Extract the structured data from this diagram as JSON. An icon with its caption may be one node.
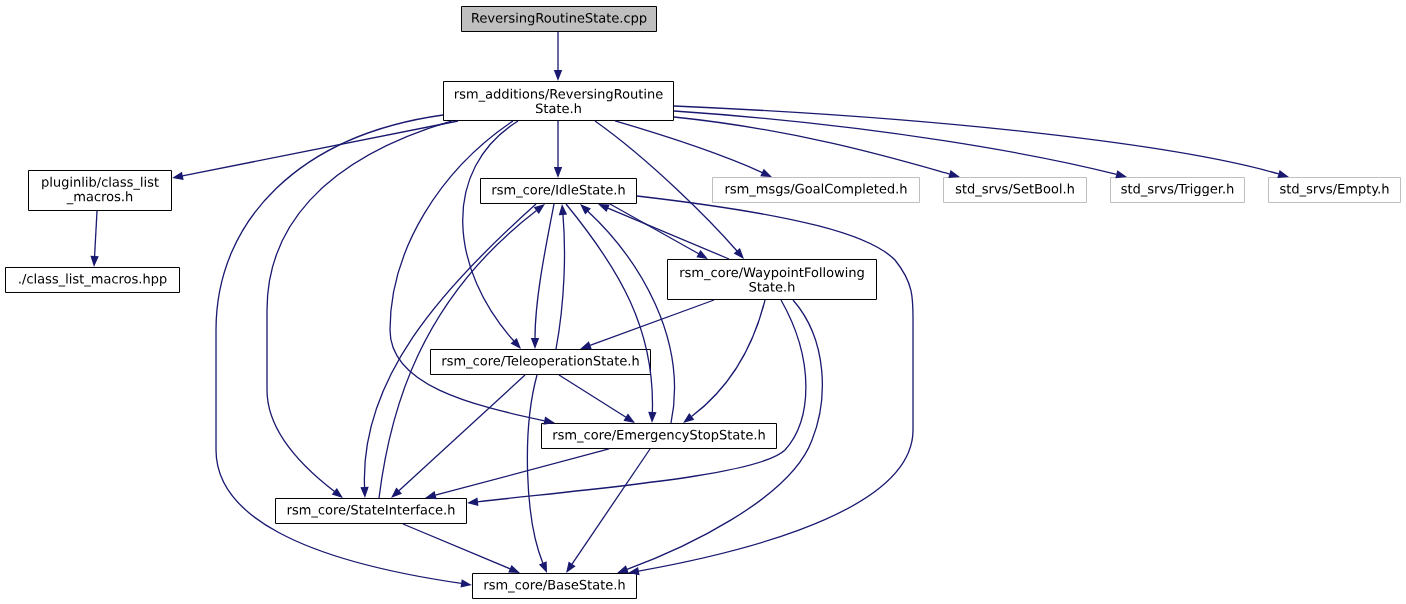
{
  "diagram": {
    "nodes": [
      {
        "text": [
          "ReversingRoutineState.cpp"
        ]
      },
      {
        "text": [
          "rsm_additions/ReversingRoutine State.h"
        ]
      },
      {
        "text": [
          "pluginlib/class_list _macros.h"
        ]
      },
      {
        "text": [
          "./class_list_macros.hpp"
        ]
      },
      {
        "text": [
          "rsm_core/IdleState.h"
        ]
      },
      {
        "text": [
          "rsm_msgs/GoalCompleted.h"
        ]
      },
      {
        "text": [
          "std_srvs/SetBool.h"
        ]
      },
      {
        "text": [
          "std_srvs/Trigger.h"
        ]
      },
      {
        "text": [
          "std_srvs/Empty.h"
        ]
      },
      {
        "text": [
          "rsm_core/WaypointFollowing State.h"
        ]
      },
      {
        "text": [
          "rsm_core/TeleoperationState.h"
        ]
      },
      {
        "text": [
          "rsm_core/EmergencyStopState.h"
        ]
      },
      {
        "text": [
          "rsm_core/StateInterface.h"
        ]
      },
      {
        "text": [
          "rsm_core/BaseState.h"
        ]
      }
    ],
    "edges": [
      {
        "from": 0,
        "to": 1,
        "arrow": "to"
      },
      {
        "from": 1,
        "to": 2,
        "arrow": "to"
      },
      {
        "from": 1,
        "to": 4,
        "arrow": "to"
      },
      {
        "from": 1,
        "to": 5,
        "arrow": "to"
      },
      {
        "from": 1,
        "to": 6,
        "arrow": "to"
      },
      {
        "from": 1,
        "to": 7,
        "arrow": "to"
      },
      {
        "from": 1,
        "to": 8,
        "arrow": "to"
      },
      {
        "from": 1,
        "to": 9,
        "arrow": "to"
      },
      {
        "from": 1,
        "to": 10,
        "arrow": "to"
      },
      {
        "from": 1,
        "to": 11,
        "arrow": "to"
      },
      {
        "from": 1,
        "to": 12,
        "arrow": "to"
      },
      {
        "from": 1,
        "to": 13,
        "arrow": "to"
      },
      {
        "from": 2,
        "to": 3,
        "arrow": "to"
      },
      {
        "from": 4,
        "to": 9,
        "arrow": "to"
      },
      {
        "from": 9,
        "to": 4,
        "arrow": "to"
      },
      {
        "from": 4,
        "to": 10,
        "arrow": "to"
      },
      {
        "from": 10,
        "to": 4,
        "arrow": "to"
      },
      {
        "from": 4,
        "to": 11,
        "arrow": "to"
      },
      {
        "from": 11,
        "to": 4,
        "arrow": "to"
      },
      {
        "from": 4,
        "to": 12,
        "arrow": "to"
      },
      {
        "from": 12,
        "to": 4,
        "arrow": "to"
      },
      {
        "from": 4,
        "to": 13,
        "arrow": "to"
      },
      {
        "from": 9,
        "to": 10,
        "arrow": "to"
      },
      {
        "from": 9,
        "to": 11,
        "arrow": "to"
      },
      {
        "from": 9,
        "to": 12,
        "arrow": "to"
      },
      {
        "from": 9,
        "to": 13,
        "arrow": "to"
      },
      {
        "from": 10,
        "to": 11,
        "arrow": "to"
      },
      {
        "from": 10,
        "to": 12,
        "arrow": "to"
      },
      {
        "from": 10,
        "to": 13,
        "arrow": "to"
      },
      {
        "from": 11,
        "to": 12,
        "arrow": "to"
      },
      {
        "from": 11,
        "to": 13,
        "arrow": "to"
      },
      {
        "from": 12,
        "to": 13,
        "arrow": "to"
      }
    ]
  }
}
